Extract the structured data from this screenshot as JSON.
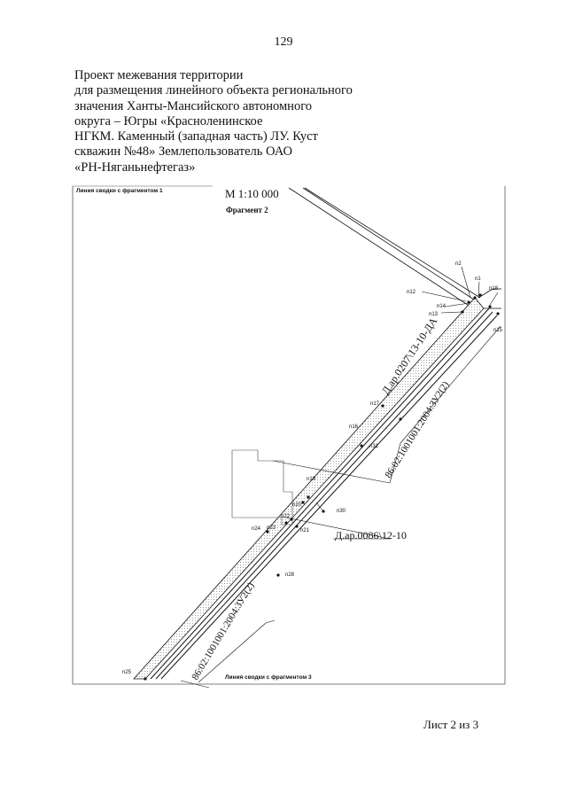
{
  "page": {
    "number": "129",
    "title_lines": [
      "Проект межевания территории",
      "для размещения линейного объекта регионального",
      "значения Ханты-Мансийского автономного",
      "округа – Югры «Красноленинское",
      "НГКМ. Каменный (западная часть) ЛУ. Куст",
      "скважин №48» Землепользователь ОАО",
      "«РН-Няганьнефтегаз»"
    ],
    "sheet": "Лист 2 из 3"
  },
  "map": {
    "junction_top": "Линия сводки с фрагментом 1",
    "junction_bottom": "Линия сводки с фрагментом 3",
    "scale": "М 1:10 000",
    "fragment": "Фрагмент 2",
    "cadastral_upper": "Д.ар.0207\\13-10-ДА",
    "cadastral_mid": "Д.ар.0086\\12-10",
    "parcel_upper": "86:02:1001001:2004:ЗУ2(2)",
    "parcel_lower": "86:02:1001001:2004:ЗУ2(2)",
    "points": {
      "p1": "n1",
      "p2": "n2",
      "p12": "n12",
      "p13": "n13",
      "p14": "n14",
      "p15": "n15",
      "p16": "n16",
      "p17": "n17",
      "p18": "n18",
      "p19": "n19",
      "p20": "n20",
      "p21": "n21",
      "p22": "n22",
      "p23": "n23",
      "p24": "n24",
      "p25": "n25",
      "p28": "n28",
      "p30": "n30",
      "p31": "n31"
    },
    "colors": {
      "ink": "#111111",
      "hatch": "#9a9a9a",
      "frame": "#555555"
    }
  }
}
